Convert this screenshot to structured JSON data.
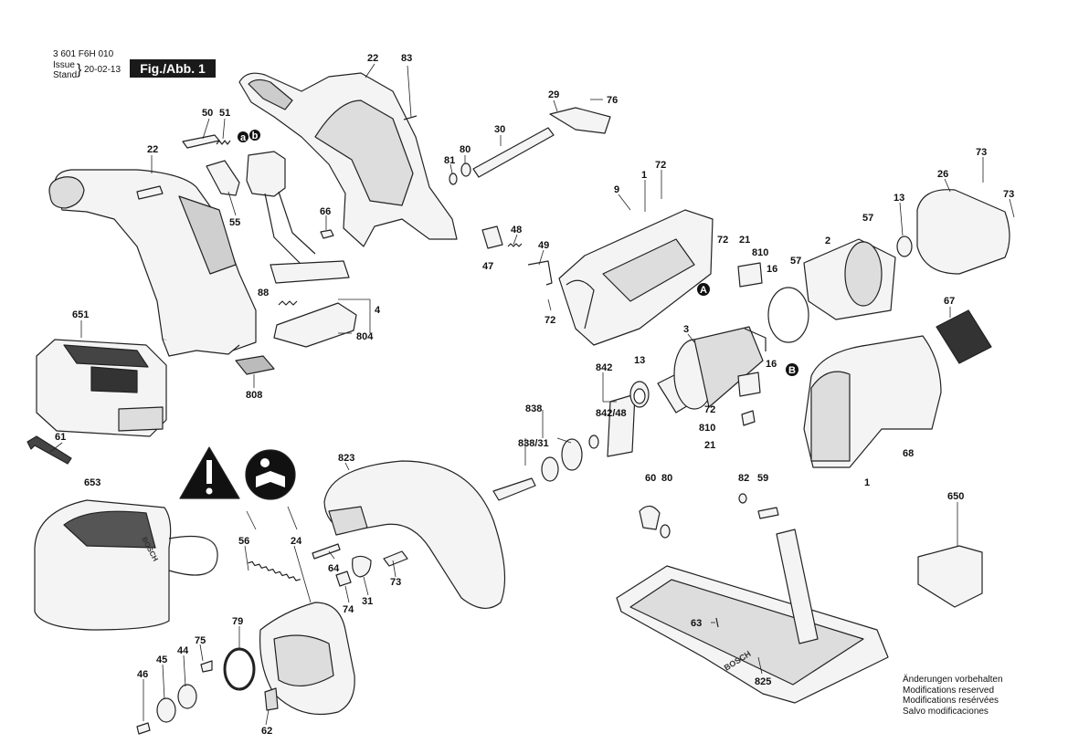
{
  "header": {
    "doc_number": "3 601 F6H 010",
    "issue_label": "Issue",
    "stand_label": "Stand",
    "date": "20-02-13",
    "figure_label": "Fig./Abb. 1"
  },
  "callout_markers": {
    "a": "a",
    "b": "b",
    "A": "A",
    "B": "B"
  },
  "brand_marks": [
    "BOSCH"
  ],
  "part_numbers": [
    "22",
    "83",
    "50",
    "51",
    "29",
    "76",
    "30",
    "80",
    "81",
    "72",
    "9",
    "1",
    "73",
    "26",
    "13",
    "73",
    "55",
    "66",
    "48",
    "49",
    "47",
    "72",
    "21",
    "810",
    "16",
    "57",
    "2",
    "57",
    "72",
    "88",
    "4",
    "804",
    "808",
    "651",
    "67",
    "3",
    "842",
    "16",
    "13",
    "842/48",
    "838",
    "838/31",
    "72",
    "810",
    "21",
    "68",
    "1",
    "61",
    "653",
    "823",
    "60",
    "80",
    "82",
    "59",
    "650",
    "56",
    "24",
    "64",
    "73",
    "74",
    "31",
    "75",
    "79",
    "45",
    "44",
    "46",
    "63",
    "825",
    "62",
    "22"
  ],
  "notes": [
    "Änderungen vorbehalten",
    "Modifications reserved",
    "Modifications resérvées",
    "Salvo modificaciones"
  ]
}
